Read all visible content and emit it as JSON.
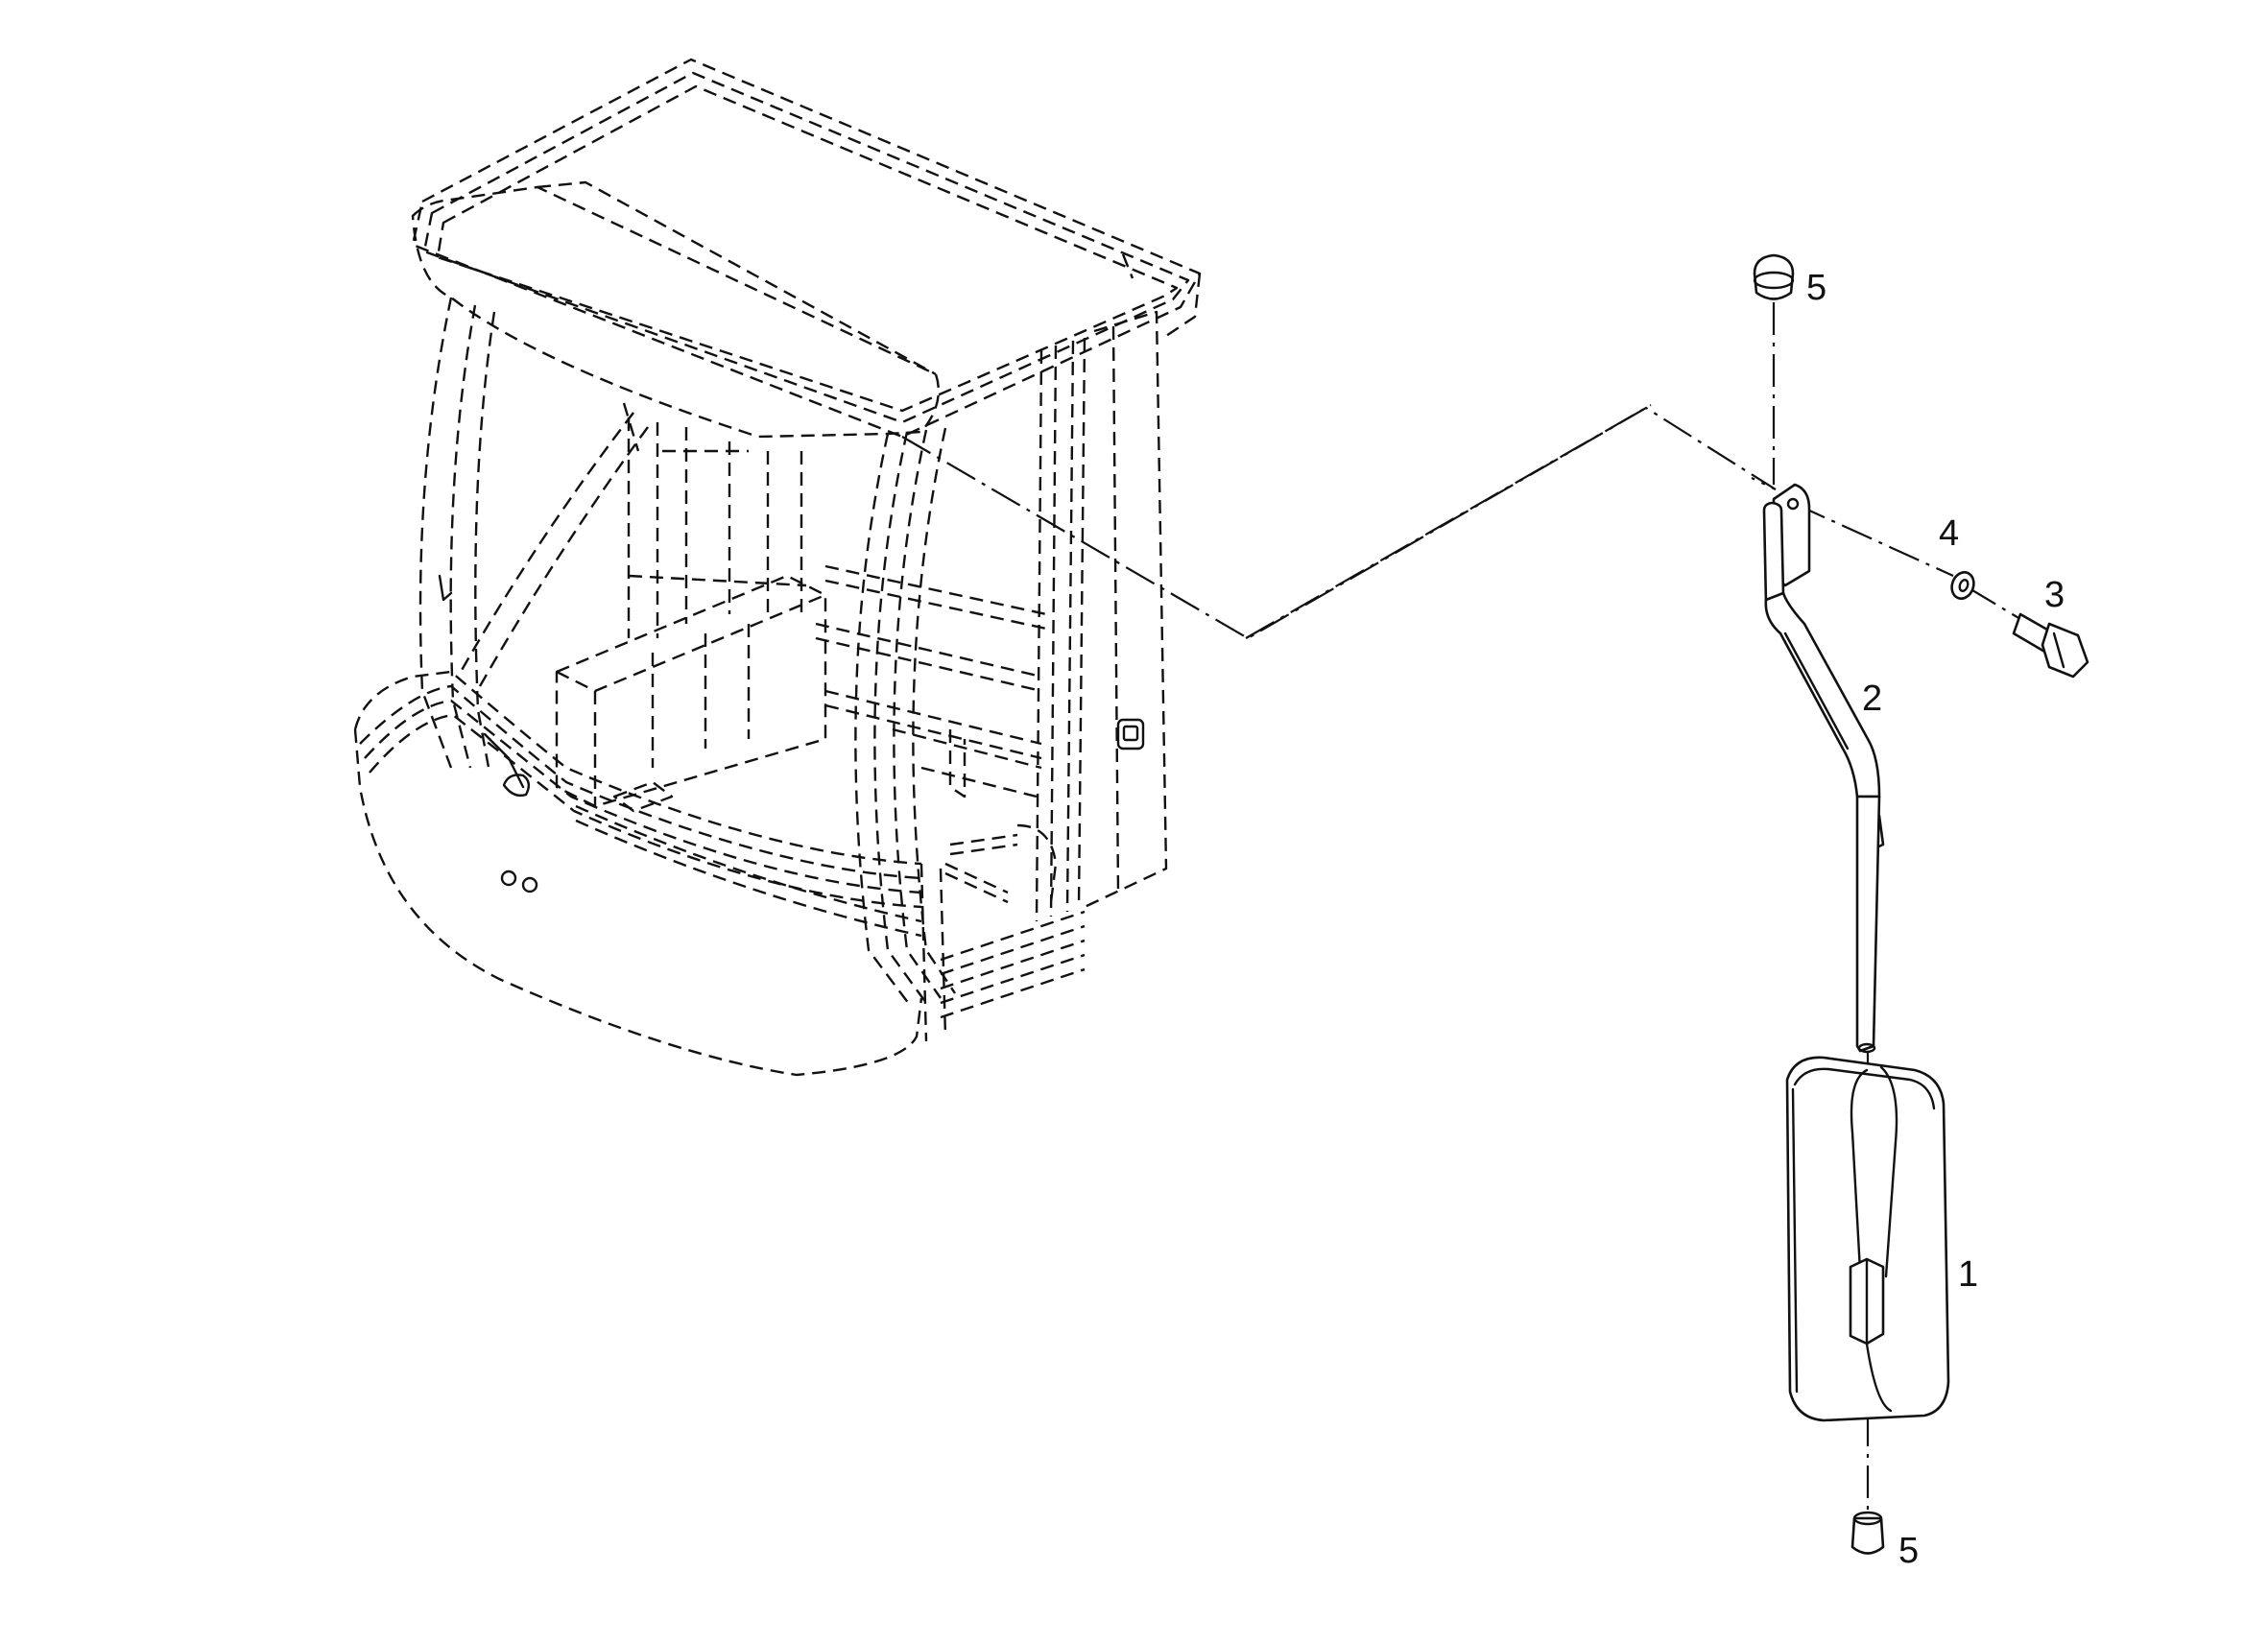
{
  "diagram": {
    "callouts": [
      {
        "id": "callout-5-top",
        "label": "5"
      },
      {
        "id": "callout-4",
        "label": "4"
      },
      {
        "id": "callout-3",
        "label": "3"
      },
      {
        "id": "callout-2",
        "label": "2"
      },
      {
        "id": "callout-1",
        "label": "1"
      },
      {
        "id": "callout-5-bottom",
        "label": "5"
      }
    ]
  }
}
